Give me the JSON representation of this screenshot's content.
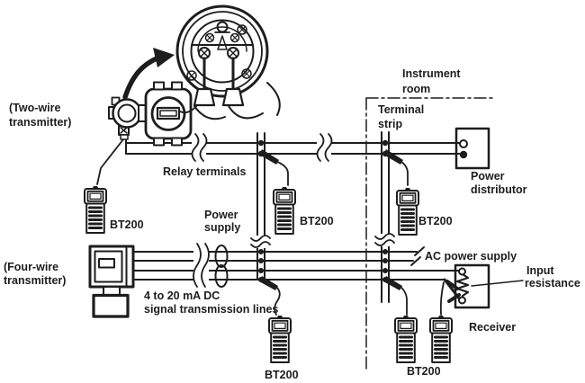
{
  "colors": {
    "ink": "#1d1d1d",
    "paper": "#ffffff"
  },
  "annotations": {
    "two_wire_transmitter": {
      "line1": "(Two-wire",
      "line2": "transmitter)"
    },
    "four_wire_transmitter": {
      "line1": "(Four-wire",
      "line2": "transmitter)"
    },
    "relay_terminals": "Relay terminals",
    "power_supply": {
      "line1": "Power",
      "line2": "supply"
    },
    "instrument_room": {
      "line1": "Instrument",
      "line2": "room"
    },
    "terminal_strip": {
      "line1": "Terminal",
      "line2": "strip"
    },
    "power_distributor": {
      "line1": "Power",
      "line2": "distributor"
    },
    "ac_power_supply": "AC power supply",
    "input_resistance": {
      "line1": "Input",
      "line2": "resistance"
    },
    "receiver": "Receiver",
    "signal_lines": {
      "line1": "4 to 20 mA DC",
      "line2": "signal transmission lines"
    }
  },
  "bt200_units": [
    {
      "label": "BT200"
    },
    {
      "label": "BT200"
    },
    {
      "label": "BT200"
    },
    {
      "label": "BT200"
    },
    {
      "label": "BT200"
    }
  ]
}
